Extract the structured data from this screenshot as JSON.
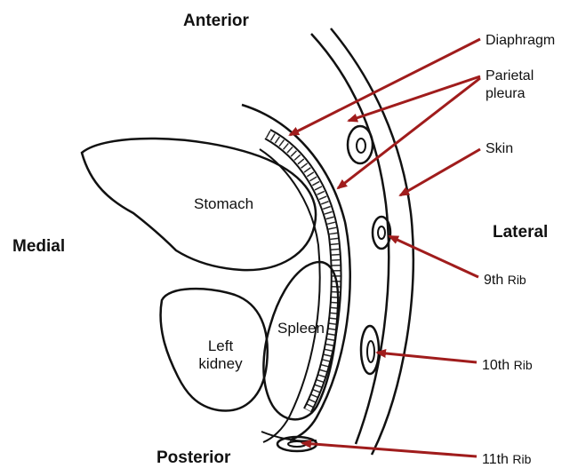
{
  "orientation": {
    "anterior": "Anterior",
    "posterior": "Posterior",
    "medial": "Medial",
    "lateral": "Lateral"
  },
  "organs": {
    "stomach": "Stomach",
    "spleen": "Spleen",
    "left_kidney_line1": "Left",
    "left_kidney_line2": "kidney"
  },
  "callouts": {
    "diaphragm": "Diaphragm",
    "parietal_pleura_line1": "Parietal",
    "parietal_pleura_line2": "pleura",
    "skin": "Skin",
    "rib9_num": "9th",
    "rib10_num": "10th",
    "rib11_num": "11th",
    "rib_word": "Rib"
  },
  "colors": {
    "arrow": "#a01c1c",
    "outline": "#111111"
  }
}
